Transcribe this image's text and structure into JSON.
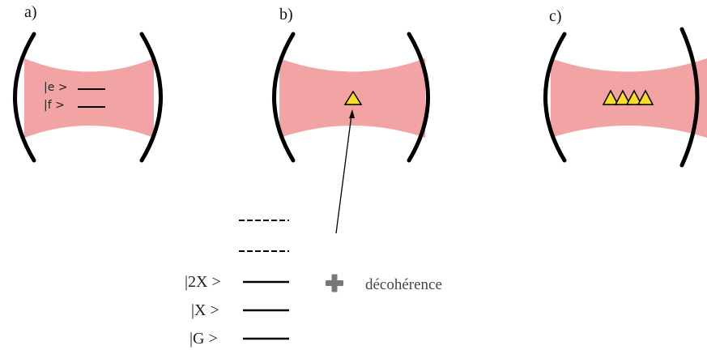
{
  "panels": {
    "a": {
      "label": "a)",
      "levels": [
        "|e >",
        "|f >"
      ]
    },
    "b": {
      "label": "b)",
      "emitter_count": 1
    },
    "c": {
      "label": "c)",
      "emitter_count": 4
    }
  },
  "levels_b": [
    "|2X >",
    "|X >",
    "|G >"
  ],
  "decoherence": {
    "label": "décohérence"
  },
  "colors": {
    "cavity_mode": "#f2a3a3",
    "mirror": "#000000",
    "emitter_fill": "#f7dc2a",
    "emitter_stroke": "#000000",
    "plus": "#777777"
  }
}
